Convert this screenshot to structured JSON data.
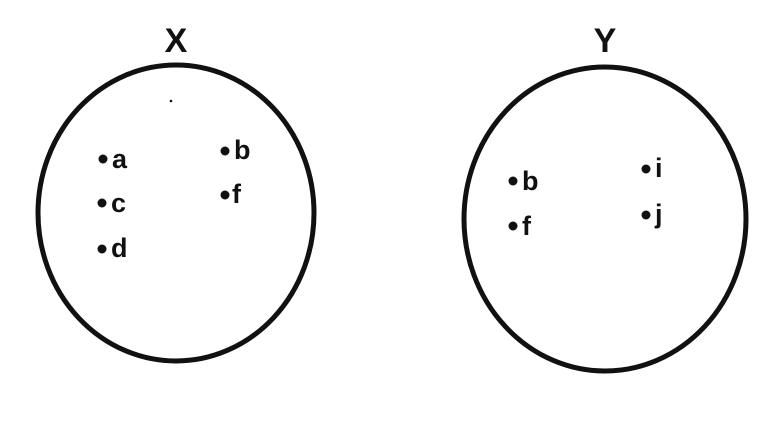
{
  "sets": [
    {
      "title": "X",
      "elements": [
        "a",
        "c",
        "d",
        "b",
        "f"
      ]
    },
    {
      "title": "Y",
      "elements": [
        "b",
        "f",
        "i",
        "j"
      ]
    }
  ],
  "colors": {
    "ink": "#111111",
    "background": "#ffffff"
  }
}
